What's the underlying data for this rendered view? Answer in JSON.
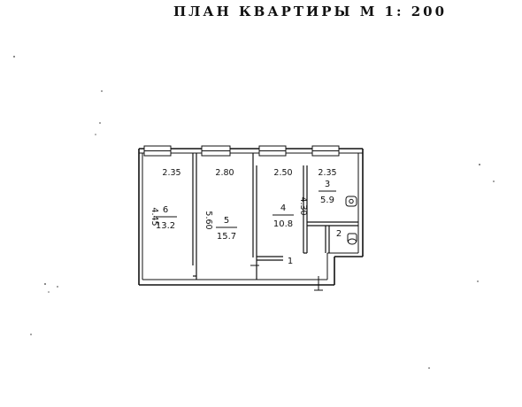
{
  "title": "ПЛАН  КВАРТИРЫ   М 1: 200",
  "rooms": [
    {
      "number": "6",
      "area": "13.2",
      "width": "2.35",
      "length": "4.45"
    },
    {
      "number": "5",
      "area": "15.7",
      "width": "2.80",
      "length": "5.60"
    },
    {
      "number": "4",
      "area": "10.8",
      "width": "2.50",
      "length": "4.30"
    },
    {
      "number": "3",
      "area": "5.9",
      "width": "2.35"
    },
    {
      "number": "2"
    },
    {
      "number": "1"
    }
  ]
}
